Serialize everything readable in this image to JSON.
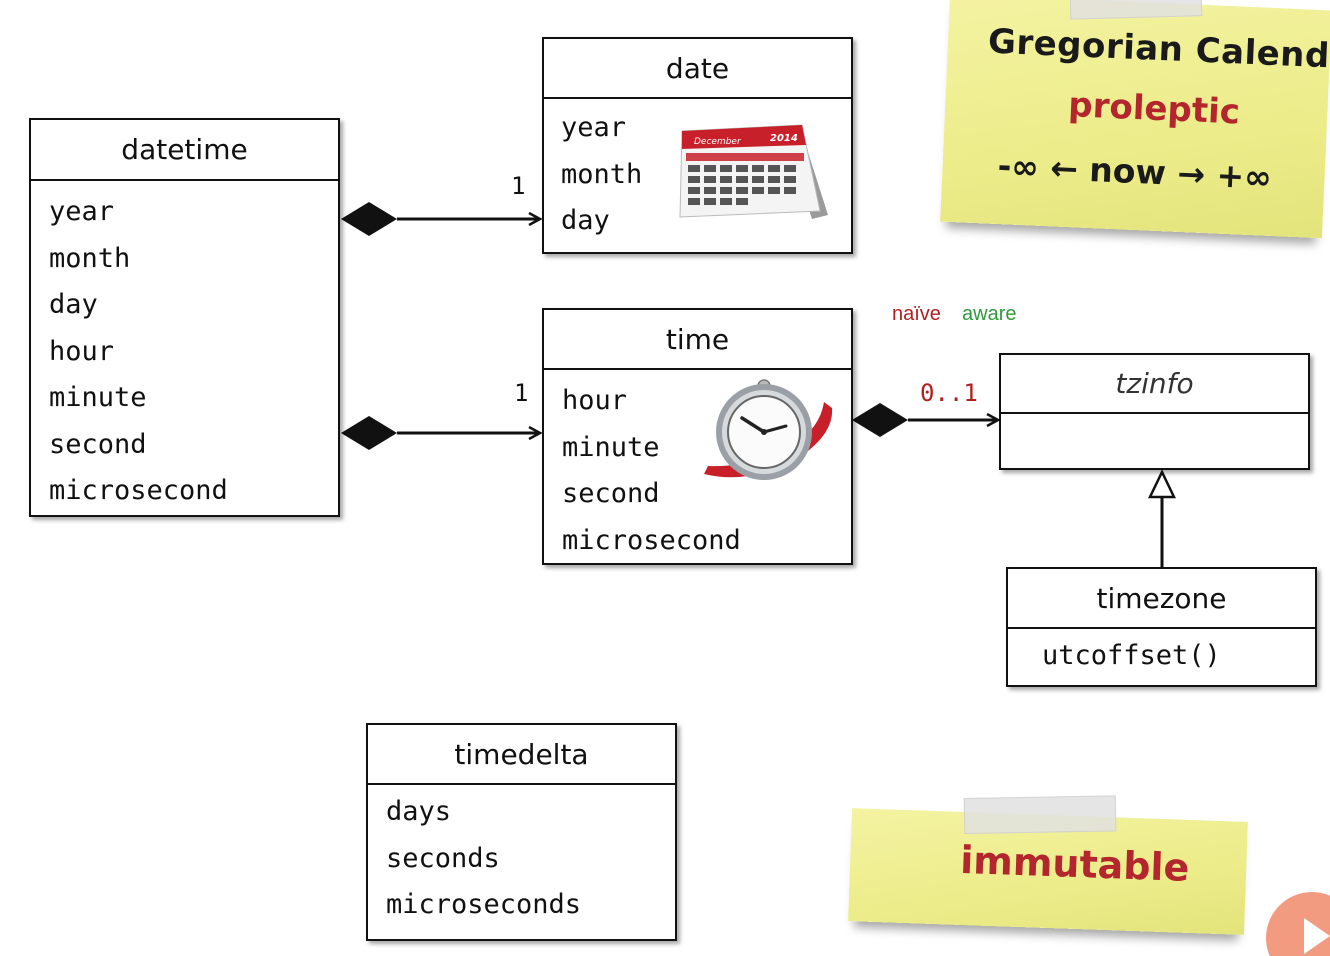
{
  "classes": {
    "datetime": {
      "name": "datetime",
      "attrs": [
        "year",
        "month",
        "day",
        "hour",
        "minute",
        "second",
        "microsecond"
      ]
    },
    "date": {
      "name": "date",
      "attrs": [
        "year",
        "month",
        "day"
      ]
    },
    "time": {
      "name": "time",
      "attrs": [
        "hour",
        "minute",
        "second",
        "microsecond"
      ]
    },
    "tzinfo": {
      "name": "tzinfo"
    },
    "timezone": {
      "name": "timezone",
      "methods": [
        "utcoffset()"
      ]
    },
    "timedelta": {
      "name": "timedelta",
      "attrs": [
        "days",
        "seconds",
        "microseconds"
      ]
    }
  },
  "multiplicities": {
    "date": "1",
    "time": "1",
    "tzinfo": "0..1"
  },
  "labels": {
    "naive": "naïve",
    "aware": "aware"
  },
  "notes": {
    "calendar": {
      "line1": "Gregorian Calendar",
      "line2": "proleptic",
      "line3": "-∞ ← now → +∞"
    },
    "immutable": {
      "text": "immutable"
    }
  },
  "calendar_icon": {
    "month": "December",
    "year": "2014"
  },
  "colors": {
    "naive": "#b21f1f",
    "aware": "#2e9a3c",
    "note_red": "#b3262d",
    "play_button": "#f08a6a"
  }
}
